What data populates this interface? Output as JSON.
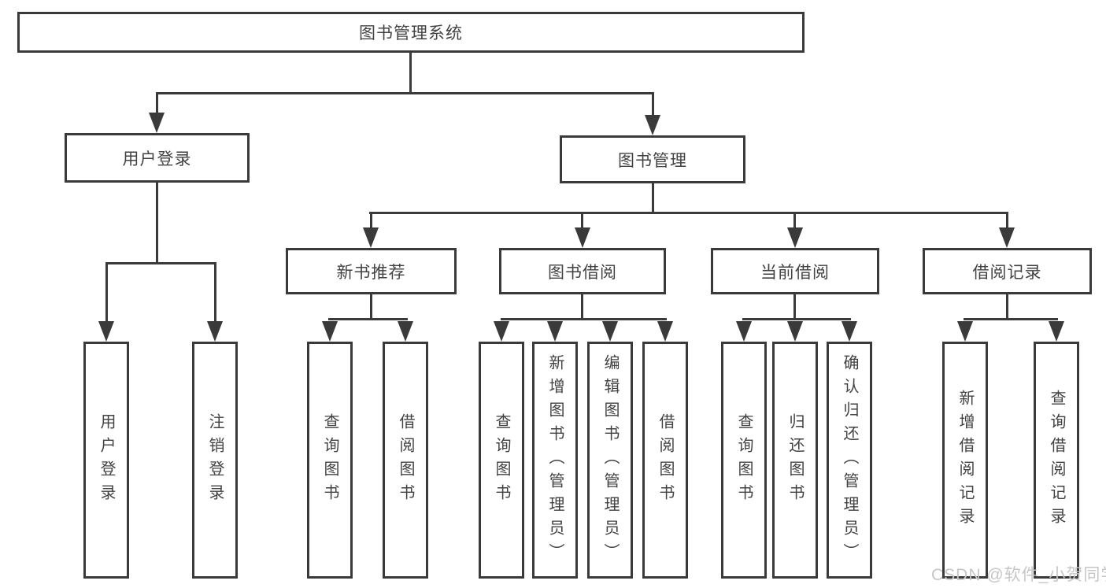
{
  "diagram": {
    "root": "图书管理系统",
    "level2": [
      "用户登录",
      "图书管理"
    ],
    "level3": [
      "新书推荐",
      "图书借阅",
      "当前借阅",
      "借阅记录"
    ],
    "leaves": [
      "用户登录",
      "注销登录",
      "查询图书",
      "借阅图书",
      "查询图书",
      "新增图书（管理员）",
      "编辑图书（管理员）",
      "借阅图书",
      "查询图书",
      "归还图书",
      "确认归还（管理员）",
      "新增借阅记录",
      "查询借阅记录"
    ]
  },
  "watermark": "CSDN @软件_小贺同学",
  "colors": {
    "line": "#3a3a3a",
    "box_border": "#3a3a3a",
    "text": "#424242",
    "watermark": "#c6c6c6",
    "background": "#ffffff"
  }
}
